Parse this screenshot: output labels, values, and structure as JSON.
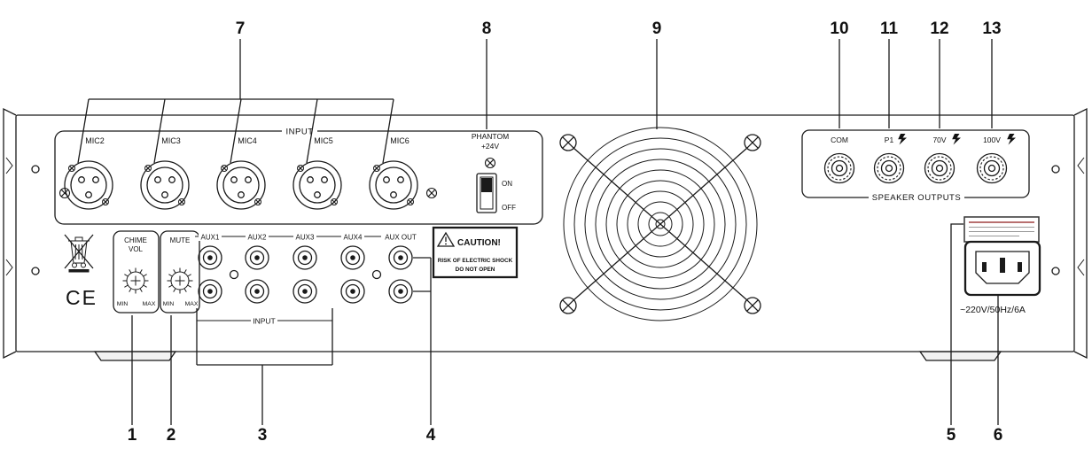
{
  "callouts": {
    "top": [
      "7",
      "8",
      "9",
      "10",
      "11",
      "12",
      "13"
    ],
    "bottom": [
      "1",
      "2",
      "3",
      "4",
      "5",
      "6"
    ]
  },
  "input_section": {
    "label": "INPUT",
    "mic_labels": [
      "MIC2",
      "MIC3",
      "MIC4",
      "MIC5",
      "MIC6"
    ],
    "phantom": {
      "line1": "PHANTOM",
      "line2": "+24V",
      "on": "ON",
      "off": "OFF"
    }
  },
  "controls": {
    "chime": {
      "line1": "CHIME",
      "line2": "VOL",
      "min": "MIN",
      "max": "MAX"
    },
    "mute": {
      "label": "MUTE",
      "min": "MIN",
      "max": "MAX"
    }
  },
  "aux_section": {
    "labels": [
      "AUX1",
      "AUX2",
      "AUX3",
      "AUX4",
      "AUX OUT"
    ],
    "input_label": "INPUT"
  },
  "caution": {
    "title": "CAUTION!",
    "line1": "RISK OF ELECTRIC SHOCK",
    "line2": "DO NOT OPEN"
  },
  "speaker_outputs": {
    "label": "SPEAKER OUTPUTS",
    "terminals": [
      "COM",
      "P1",
      "70V",
      "100V"
    ],
    "hazard_icon": "lightning-bolt"
  },
  "power": {
    "rating": "~220V/50Hz/6A"
  },
  "marks": {
    "ce": "CE",
    "weee_icon": "crossed-out-wheelie-bin"
  },
  "colors": {
    "line": "#1a1a1a",
    "background": "#ffffff"
  }
}
